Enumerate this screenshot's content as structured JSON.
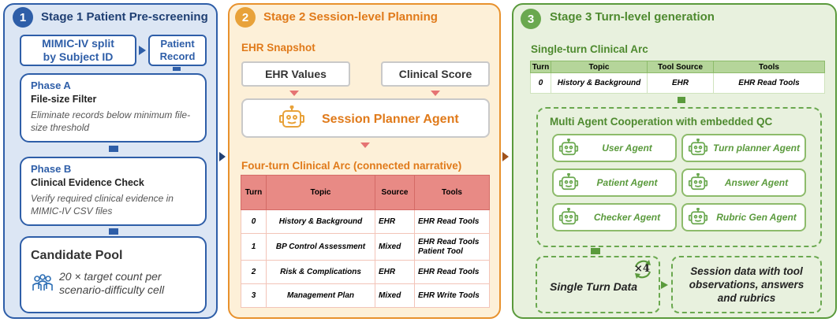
{
  "stage1": {
    "badge": "1",
    "title": "Stage 1 Patient Pre-screening",
    "split_box": "MIMIC-IV split by Subject ID",
    "patient_record": "Patient Record",
    "phaseA": {
      "title": "Phase A",
      "subtitle": "File-size Filter",
      "desc": "Eliminate records below minimum file-size threshold"
    },
    "phaseB": {
      "title": "Phase B",
      "subtitle": "Clinical Evidence Check",
      "desc": "Verify required clinical evidence in MIMIC-IV CSV files"
    },
    "pool": {
      "title": "Candidate Pool",
      "desc": "20 × target count per scenario-difficulty cell"
    }
  },
  "stage2": {
    "badge": "2",
    "title": "Stage 2 Session-level Planning",
    "snapshot_label": "EHR Snapshot",
    "ehr_values": "EHR Values",
    "clinical_score": "Clinical Score",
    "planner": "Session Planner Agent",
    "arc_title": "Four-turn Clinical Arc (connected narrative)",
    "table": {
      "headers": [
        "Turn",
        "Topic",
        "Source",
        "Tools"
      ],
      "rows": [
        [
          "0",
          "History & Background",
          "EHR",
          "EHR Read Tools"
        ],
        [
          "1",
          "BP Control Assessment",
          "Mixed",
          "EHR Read Tools Patient Tool"
        ],
        [
          "2",
          "Risk & Complications",
          "EHR",
          "EHR Read Tools"
        ],
        [
          "3",
          "Management Plan",
          "Mixed",
          "EHR Write Tools"
        ]
      ]
    }
  },
  "stage3": {
    "badge": "3",
    "title": "Stage 3 Turn-level generation",
    "arc_title": "Single-turn Clinical Arc",
    "table": {
      "headers": [
        "Turn",
        "Topic",
        "Tool Source",
        "Tools"
      ],
      "rows": [
        [
          "0",
          "History & Background",
          "EHR",
          "EHR Read Tools"
        ]
      ]
    },
    "coop_title": "Multi Agent Cooperation with embedded QC",
    "agents": [
      "User Agent",
      "Turn planner Agent",
      "Patient Agent",
      "Answer Agent",
      "Checker Agent",
      "Rubric Gen Agent"
    ],
    "single_turn": "Single Turn Data",
    "repeat": "×4",
    "session_data": "Session data with tool observations, answers and rubrics"
  },
  "colors": {
    "blue": "#2e5ea8",
    "orange": "#e8912d",
    "green": "#5a9a3c",
    "pink": "#e57373",
    "light_blue": "#dce6f4",
    "light_orange": "#fdf0d8",
    "light_green": "#e8f1de"
  }
}
